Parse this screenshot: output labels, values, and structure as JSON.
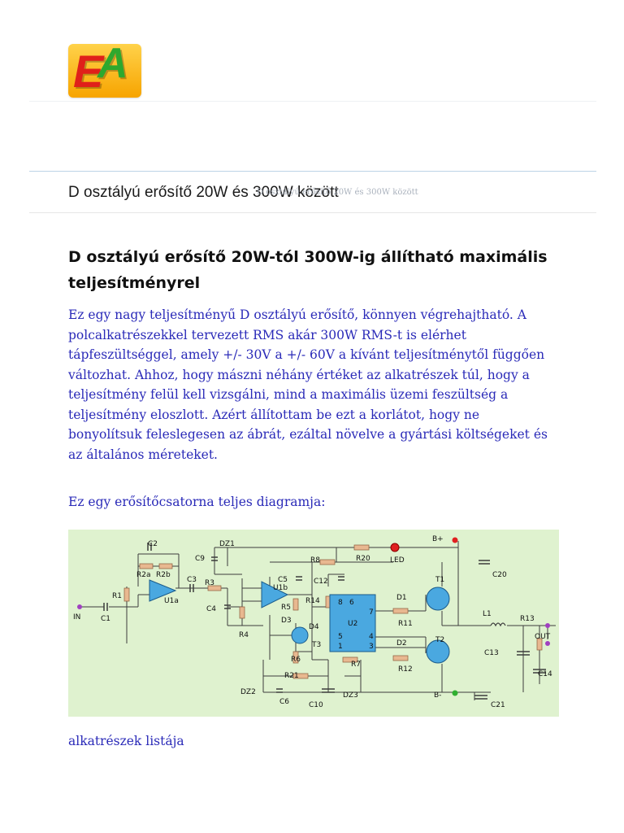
{
  "logo": {
    "letter1": "E",
    "letter2": "A",
    "colors": {
      "e": "#e0201a",
      "a": "#2ea82e",
      "bg": "#f7b500"
    }
  },
  "title_bar": {
    "title": "D osztályú erősítő 20W és 300W között",
    "ghost_text": "D osztályú erősítő 20W és 300W között"
  },
  "article": {
    "heading": "D osztályú erősítő 20W-tól 300W-ig állítható maximális teljesítményrel",
    "paragraph": "Ez egy nagy teljesítményű D osztályú erősítő, könnyen végrehajtható. A polcalkatrészekkel tervezett RMS akár 300W RMS-t is elérhet tápfeszültséggel, amely +/- 30V a +/- 60V a kívánt teljesítménytől függően változhat. Ahhoz, hogy mászni néhány értéket az alkatrészek túl, hogy a teljesítmény felül kell vizsgálni, mind a maximális üzemi feszültség a teljesítmény eloszlott. Azért állítottam be ezt a korlátot, hogy ne bonyolítsuk feleslegesen az ábrát, ezáltal növelve a gyártási költségeket és az általános méreteket.",
    "diagram_caption": "Ez egy erősítőcsatorna teljes diagramja:",
    "parts_link": "alkatrészek listája"
  },
  "schematic": {
    "labels": {
      "C2": "C2",
      "R2a": "R2a",
      "R2b": "R2b",
      "R1": "R1",
      "IN": "IN",
      "C1": "C1",
      "U1a": "U1a",
      "C3": "C3",
      "R3": "R3",
      "C4": "C4",
      "R4": "R4",
      "DZ1": "DZ1",
      "C9": "C9",
      "C5": "C5",
      "U1b": "U1b",
      "R8": "R8",
      "R20": "R20",
      "LED": "LED",
      "Bplus": "B+",
      "C12": "C12",
      "R14": "R14",
      "R5": "R5",
      "D3": "D3",
      "D4": "D4",
      "T3": "T3",
      "R6": "R6",
      "U2": "U2",
      "p8": "8",
      "p6": "6",
      "p7": "7",
      "p5": "5",
      "p1": "1",
      "p4": "4",
      "p3": "3",
      "D1": "D1",
      "R11": "R11",
      "T1": "T1",
      "D2": "D2",
      "R12": "R12",
      "T2": "T2",
      "R7": "R7",
      "C20": "C20",
      "L1": "L1",
      "R13": "R13",
      "OUT": "OUT",
      "C13": "C13",
      "C14": "C14",
      "R21": "R21",
      "DZ2": "DZ2",
      "C6": "C6",
      "C10": "C10",
      "DZ3": "DZ3",
      "Bminus": "B-",
      "C21": "C21"
    },
    "colors": {
      "bg": "#dff2cf",
      "wire": "#3c3c3c",
      "resistor": "#e8b890",
      "ic": "#4aa8e0",
      "plus": "#e02020",
      "minus": "#30b030",
      "io": "#a040c0"
    }
  }
}
